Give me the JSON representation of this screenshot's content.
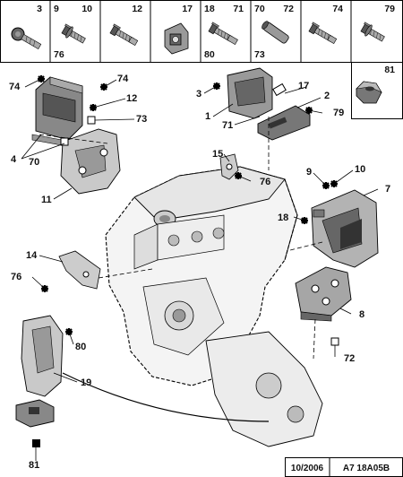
{
  "header_cells": [
    {
      "num": "3",
      "sub": "",
      "icon": "bolt-flanged-icon"
    },
    {
      "num": "9",
      "num2": "10",
      "sub": "76",
      "icon": "bolt-washer-icon"
    },
    {
      "num": "12",
      "sub": "",
      "icon": "bolt-long-icon"
    },
    {
      "num": "17",
      "sub": "",
      "icon": "clip-nut-icon"
    },
    {
      "num": "18",
      "num2": "71",
      "sub": "80",
      "icon": "bolt-long-icon"
    },
    {
      "num": "70",
      "num2": "72",
      "sub": "73",
      "icon": "spacer-sleeve-icon"
    },
    {
      "num": "74",
      "sub": "",
      "icon": "bolt-long-icon"
    },
    {
      "num": "79",
      "sub": "",
      "icon": "bolt-flanged-icon"
    }
  ],
  "side_cell": {
    "num": "81",
    "icon": "hex-nut-icon"
  },
  "callouts": [
    "74",
    "74",
    "12",
    "73",
    "4",
    "70",
    "11",
    "3",
    "17",
    "2",
    "1",
    "71",
    "79",
    "15",
    "76",
    "9",
    "10",
    "7",
    "18",
    "14",
    "76",
    "8",
    "80",
    "72",
    "19",
    "81"
  ],
  "footer": {
    "date": "10/2006",
    "ref": "A7 18A05B"
  },
  "icons": [
    "bolt-flanged-icon",
    "bolt-washer-icon",
    "bolt-long-icon",
    "clip-nut-icon",
    "spacer-sleeve-icon",
    "hex-nut-icon",
    "engine-block-icon",
    "mount-bracket-icon",
    "star-marker-icon",
    "square-marker-icon"
  ]
}
